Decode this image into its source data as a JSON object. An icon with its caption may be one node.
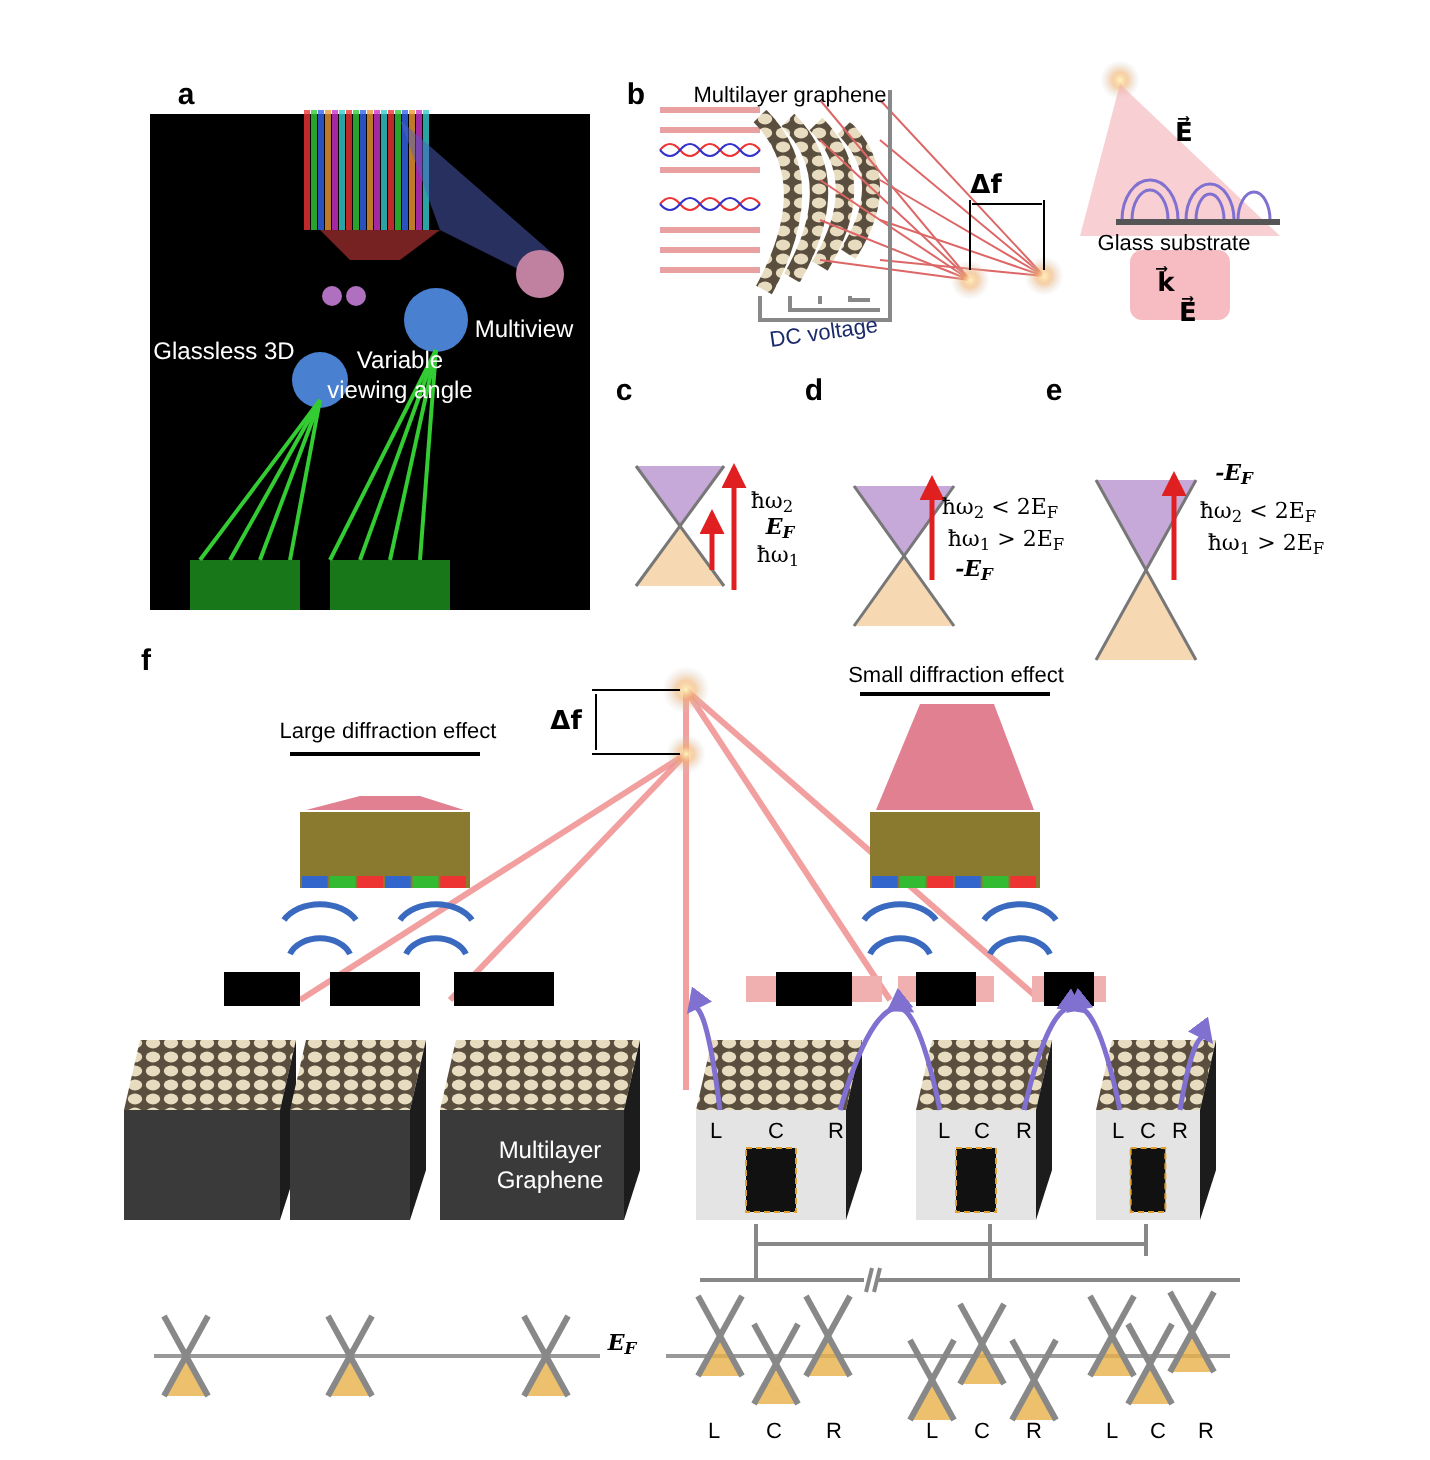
{
  "diagram": {
    "labels": [
      "a",
      "Glassless 3D",
      "Variable viewing angle",
      "Multiview",
      "b",
      "Multilayer graphene",
      "Δf",
      "E⃗",
      "Glass substrate",
      "k⃗",
      "E⃗",
      "DC voltage",
      "c",
      "d",
      "e",
      "ħω$_{2}$",
      "E$_{F}$",
      "ħω$_{1}$",
      "ħω$_{2}$ < 2E$_{F}$",
      "ħω$_{1}$ > 2E$_{F}$",
      "-E$_{F}$",
      "-E$_{F}$",
      "ħω$_{2}$ < 2E$_{F}$",
      "ħω$_{1}$ > 2E$_{F}$",
      "f",
      "Δf",
      "Large diffraction effect",
      "Small diffraction effect",
      "Multilayer Graphene",
      "L",
      "C",
      "R",
      "L",
      "C",
      "R",
      "L",
      "C",
      "R",
      "E$_{F}$",
      "L",
      "C",
      "R",
      "L",
      "C",
      "R",
      "L",
      "C",
      "R"
    ]
  }
}
